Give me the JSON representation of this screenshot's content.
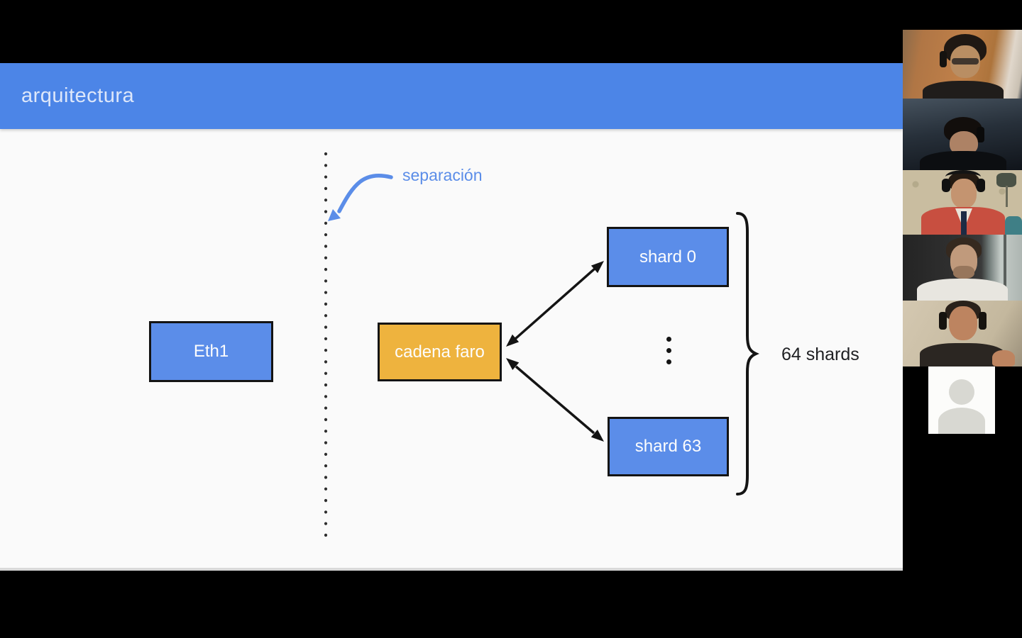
{
  "header": {
    "title": "arquitectura"
  },
  "slide": {
    "separator_label": "separación",
    "nodes": {
      "eth1": "Eth1",
      "beacon": "cadena faro",
      "shard_first": "shard 0",
      "shard_last": "shard 63"
    },
    "brace_label": "64 shards"
  },
  "icons": {
    "vertical_ellipsis": "vertical-dots",
    "separator_arrow": "curved-blue-arrow",
    "shard_links": "double-headed-arrows",
    "avatar_placeholder": "person-silhouette"
  },
  "colors": {
    "header_bar": "#4c85e7",
    "node_blue": "#5b8de9",
    "node_orange": "#eeb33e",
    "slide_bg": "#fafafa",
    "annotation_blue": "#5b8de8",
    "diagram_ink": "#141414",
    "label_dark": "#202124",
    "page_bg": "#000000"
  },
  "participants": {
    "count": 6,
    "placeholder_tiles": 1
  }
}
